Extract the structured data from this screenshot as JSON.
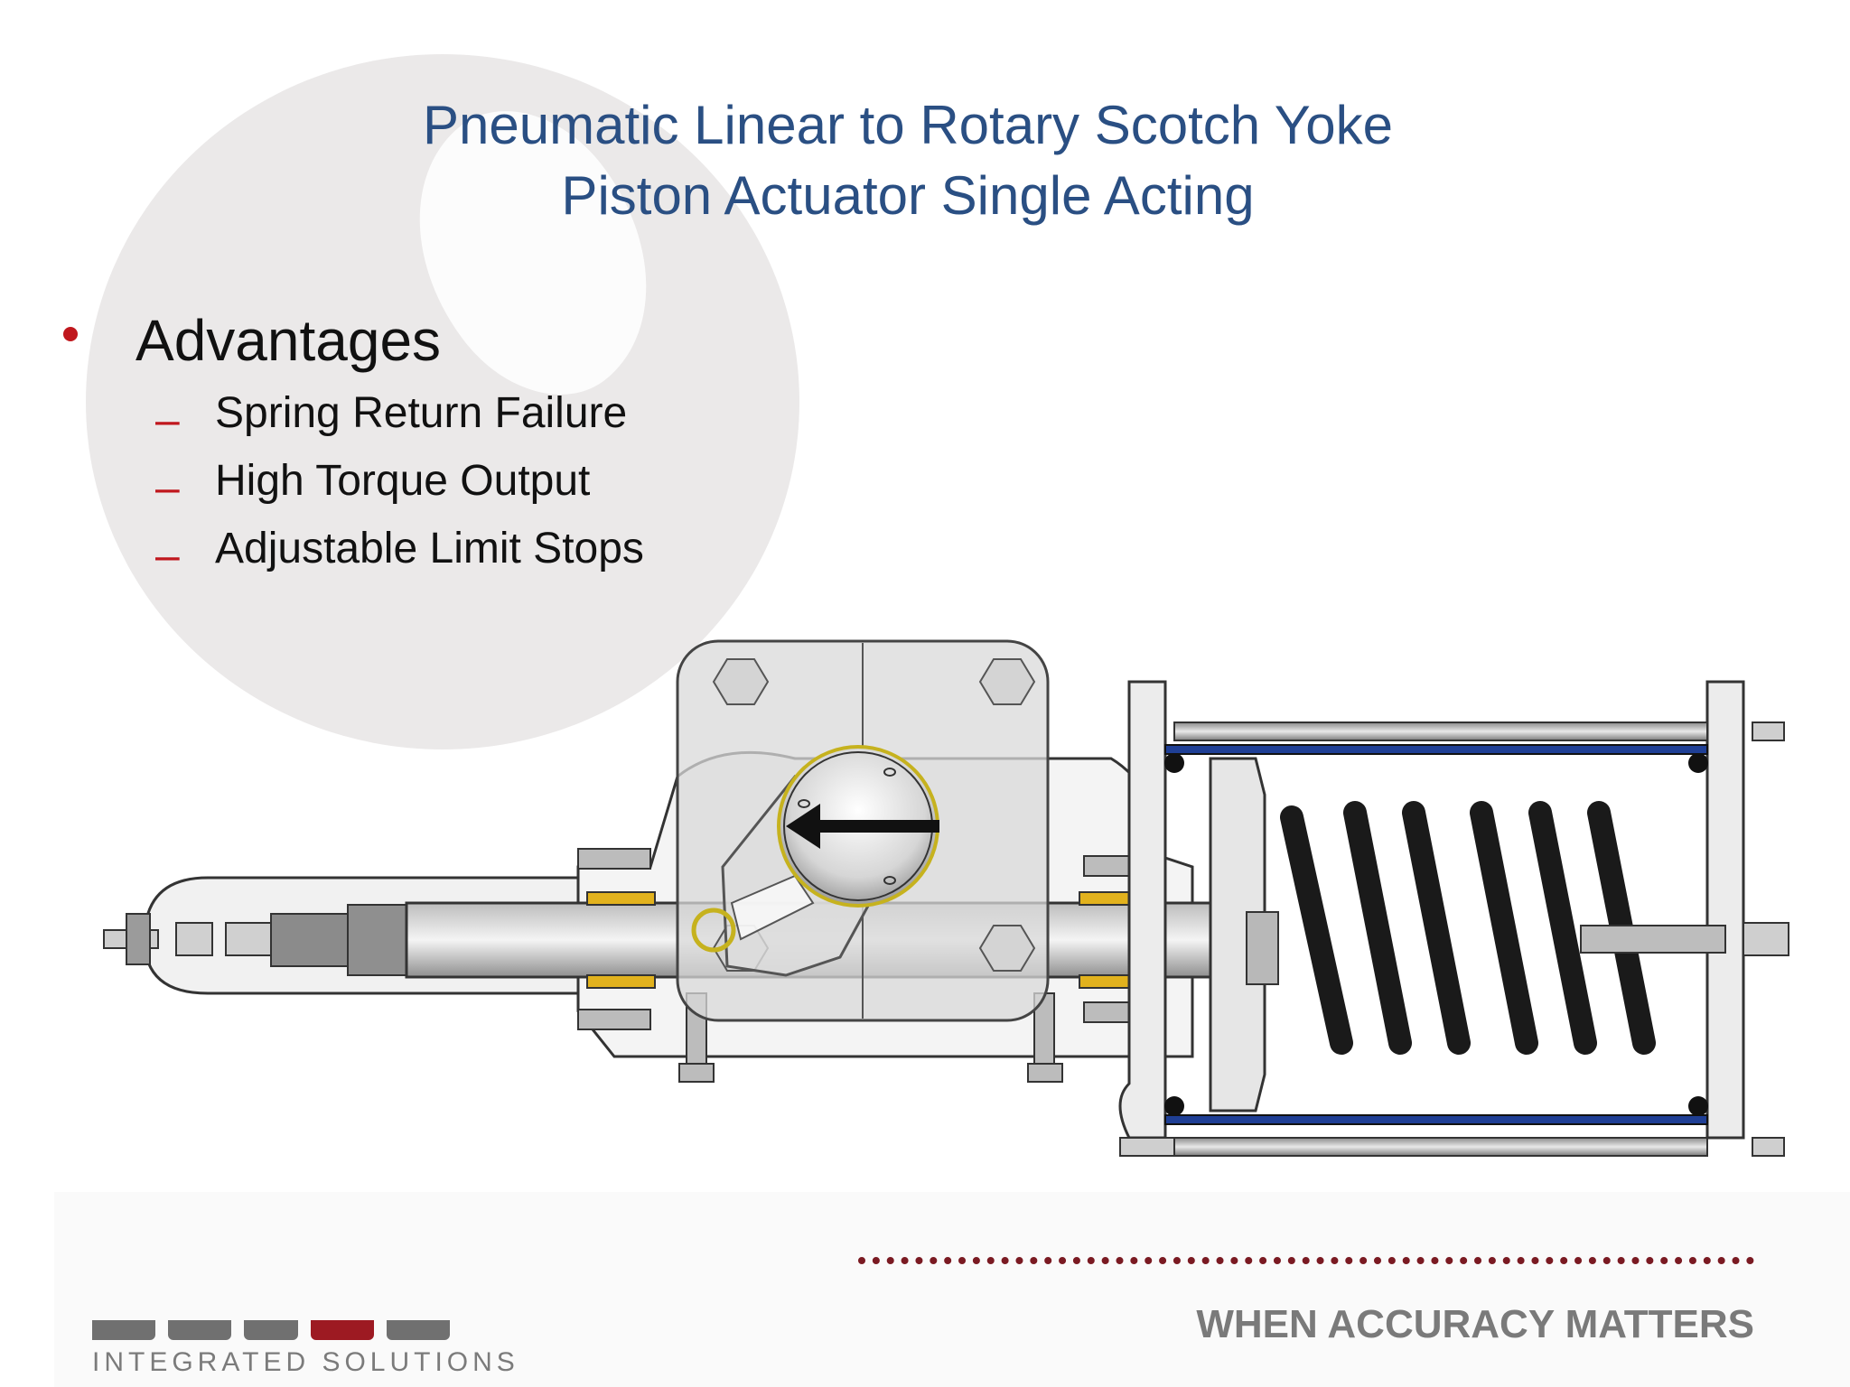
{
  "title": {
    "line1": "Pneumatic Linear to Rotary Scotch Yoke",
    "line2": "Piston Actuator Single Acting"
  },
  "bullets": {
    "heading": "Advantages",
    "items": [
      "Spring Return Failure",
      "High Torque Output",
      "Adjustable Limit Stops"
    ]
  },
  "footer": {
    "tagline": "WHEN ACCURACY MATTERS",
    "logo_subtitle": "INTEGRATED SOLUTIONS"
  },
  "colors": {
    "title": "#2a4f83",
    "bullet_accent": "#c0171d",
    "divider": "#7a1a22",
    "tagline": "#7a7a7a"
  }
}
